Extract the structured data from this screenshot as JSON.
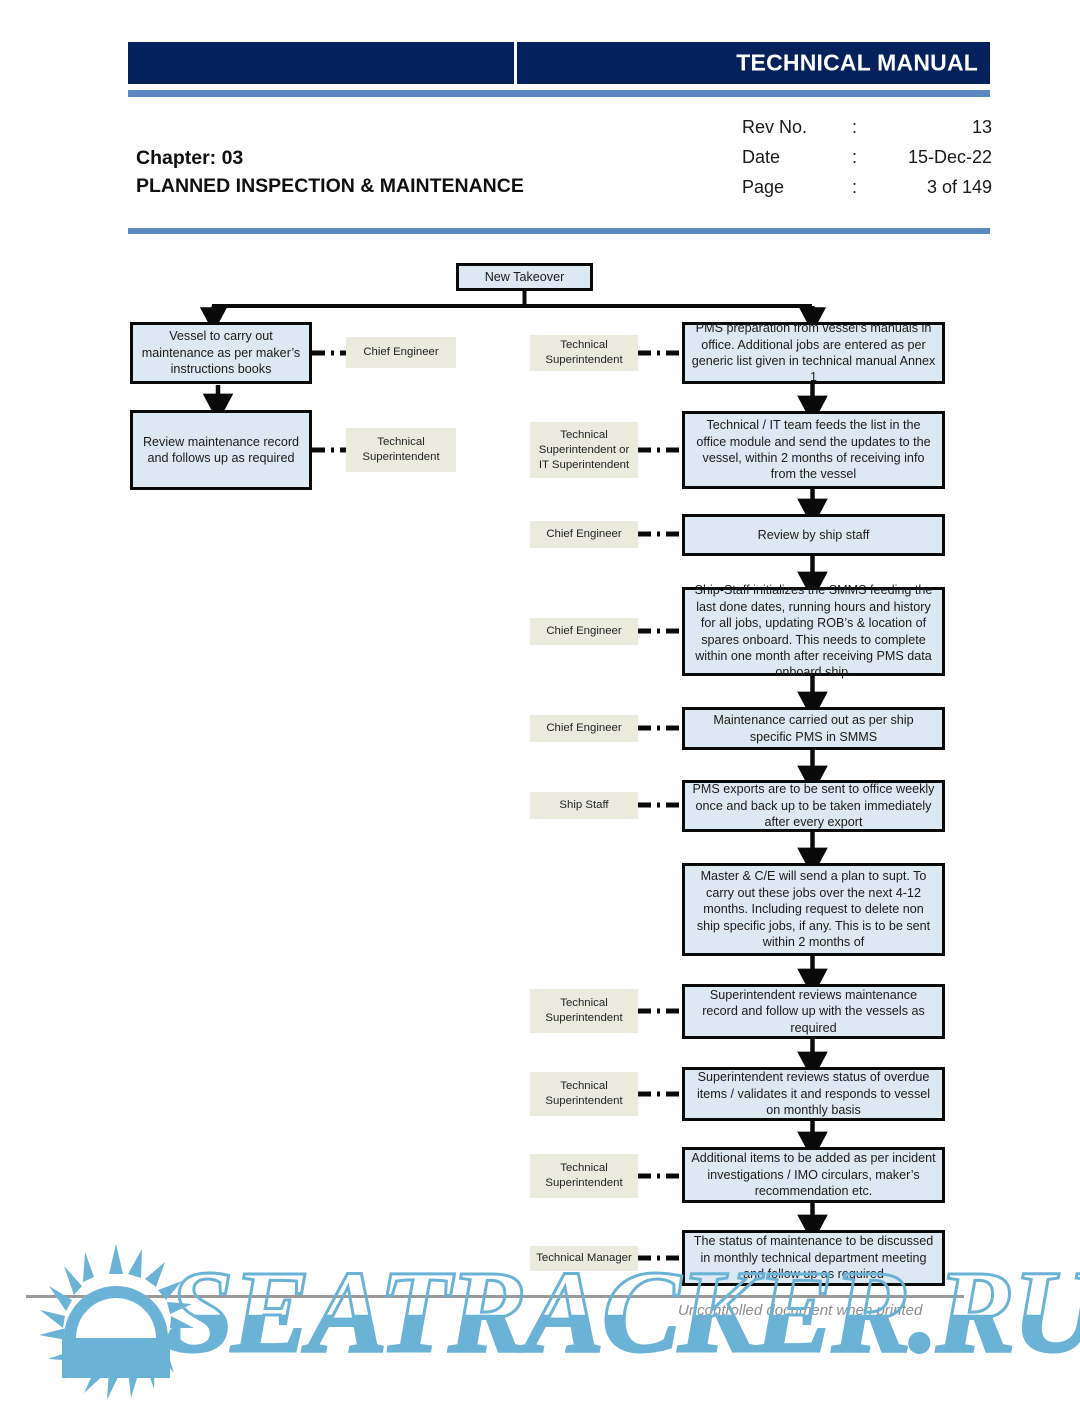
{
  "header": {
    "banner_title": "TECHNICAL MANUAL",
    "chapter": "Chapter: 03",
    "chapter_title": "PLANNED INSPECTION & MAINTENANCE",
    "meta": [
      {
        "label": "Rev No.",
        "colon": ":",
        "value": "13"
      },
      {
        "label": "Date",
        "colon": ":",
        "value": "15-Dec-22"
      },
      {
        "label": "Page",
        "colon": ":",
        "value": "3 of 149"
      }
    ]
  },
  "colors": {
    "banner": "#04215C",
    "rule": "#5B87C2",
    "node_fill": "#DCE9F2",
    "node_border": "#0A0A0A",
    "role_fill": "#EAEBDC",
    "watermark": "#6BB3D6",
    "footer_rule": "#9A9A9A"
  },
  "flowchart": {
    "type": "flowchart",
    "start": {
      "label": "New Takeover"
    },
    "left_branch": [
      {
        "node": "Vessel to carry out maintenance as per maker’s instructions books",
        "role": "Chief Engineer"
      },
      {
        "node": "Review maintenance record and follows up as required",
        "role": "Technical Superintendent"
      }
    ],
    "right_branch": [
      {
        "node": "PMS preparation from vessel’s manuals in office. Additional jobs are entered as per generic list given in technical manual Annex 1",
        "role": "Technical Superintendent"
      },
      {
        "node": "Technical / IT team feeds the list in the office module and send the updates to the vessel, within 2 months of receiving info from the vessel",
        "role": "Technical Superintendent or IT Superintendent"
      },
      {
        "node": "Review by ship staff",
        "role": "Chief Engineer"
      },
      {
        "node": "Ship-Staff initializes the SMMS feeding the last done dates, running hours and history for all jobs, updating ROB’s & location of spares onboard. This needs to complete within one month after receiving PMS data onboard ship.",
        "role": "Chief Engineer"
      },
      {
        "node": "Maintenance carried out as per ship specific PMS in SMMS",
        "role": "Chief Engineer"
      },
      {
        "node": "PMS exports are to be sent to office weekly once and back up to be taken immediately after every export",
        "role": "Ship Staff"
      },
      {
        "node": "Master & C/E will send a plan to supt. To carry out these jobs over the next 4-12 months. Including request to delete non ship specific jobs, if any. This is to be sent within 2 months of",
        "role": ""
      },
      {
        "node": "Superintendent reviews maintenance record and follow up with the vessels as required",
        "role": "Technical Superintendent"
      },
      {
        "node": "Superintendent reviews status of overdue items / validates it and responds to vessel on monthly basis",
        "role": "Technical Superintendent"
      },
      {
        "node": "Additional items to be added as per incident investigations / IMO circulars, maker’s recommendation etc.",
        "role": "Technical Superintendent"
      },
      {
        "node": "The status of maintenance to be discussed in monthly technical department meeting and follow up as required",
        "role": "Technical Manager"
      }
    ]
  },
  "footer": {
    "note": "Uncontrolled document when printed"
  },
  "watermark": {
    "text": "SEATRACKER.RU"
  }
}
